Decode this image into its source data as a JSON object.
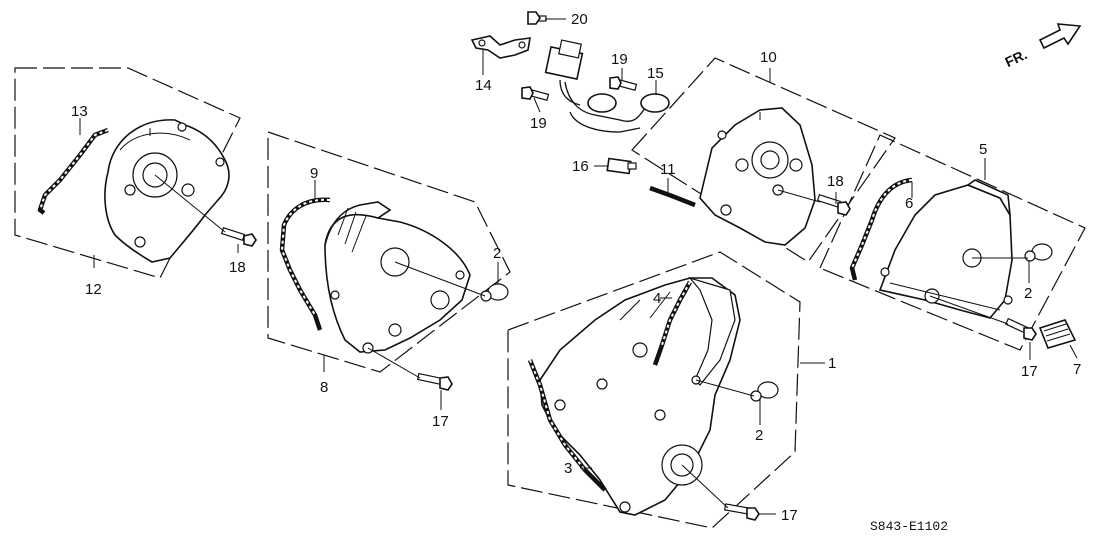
{
  "diagram": {
    "code": "S843-E1102",
    "front_marker": "FR.",
    "labels": {
      "l1": "1",
      "l2a": "2",
      "l2b": "2",
      "l2c": "2",
      "l3": "3",
      "l4": "4",
      "l5": "5",
      "l6": "6",
      "l7": "7",
      "l8": "8",
      "l9": "9",
      "l10": "10",
      "l11": "11",
      "l12": "12",
      "l13": "13",
      "l14": "14",
      "l15": "15",
      "l16": "16",
      "l17a": "17",
      "l17b": "17",
      "l17c": "17",
      "l18a": "18",
      "l18b": "18",
      "l19a": "19",
      "l19b": "19",
      "l20": "20"
    }
  }
}
